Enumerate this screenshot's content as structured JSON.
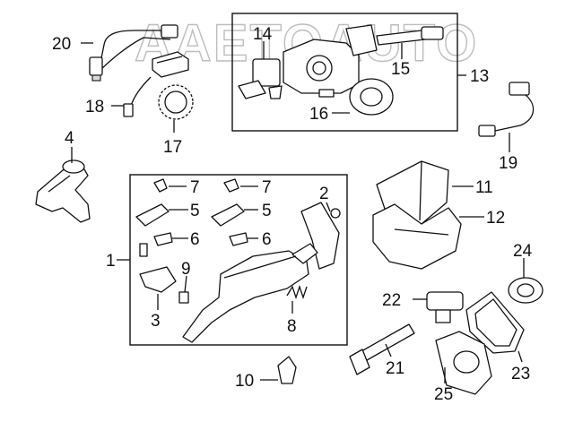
{
  "watermark": "AAETOAUTO",
  "callouts": [
    {
      "id": "1",
      "label": "1"
    },
    {
      "id": "2",
      "label": "2"
    },
    {
      "id": "3",
      "label": "3"
    },
    {
      "id": "4",
      "label": "4"
    },
    {
      "id": "5a",
      "label": "5"
    },
    {
      "id": "5b",
      "label": "5"
    },
    {
      "id": "6a",
      "label": "6"
    },
    {
      "id": "6b",
      "label": "6"
    },
    {
      "id": "7a",
      "label": "7"
    },
    {
      "id": "7b",
      "label": "7"
    },
    {
      "id": "8",
      "label": "8"
    },
    {
      "id": "9",
      "label": "9"
    },
    {
      "id": "10",
      "label": "10"
    },
    {
      "id": "11",
      "label": "11"
    },
    {
      "id": "12",
      "label": "12"
    },
    {
      "id": "13",
      "label": "13"
    },
    {
      "id": "14",
      "label": "14"
    },
    {
      "id": "15",
      "label": "15"
    },
    {
      "id": "16",
      "label": "16"
    },
    {
      "id": "17",
      "label": "17"
    },
    {
      "id": "18",
      "label": "18"
    },
    {
      "id": "19",
      "label": "19"
    },
    {
      "id": "20",
      "label": "20"
    },
    {
      "id": "21",
      "label": "21"
    },
    {
      "id": "22",
      "label": "22"
    },
    {
      "id": "23",
      "label": "23"
    },
    {
      "id": "24",
      "label": "24"
    },
    {
      "id": "25",
      "label": "25"
    }
  ]
}
